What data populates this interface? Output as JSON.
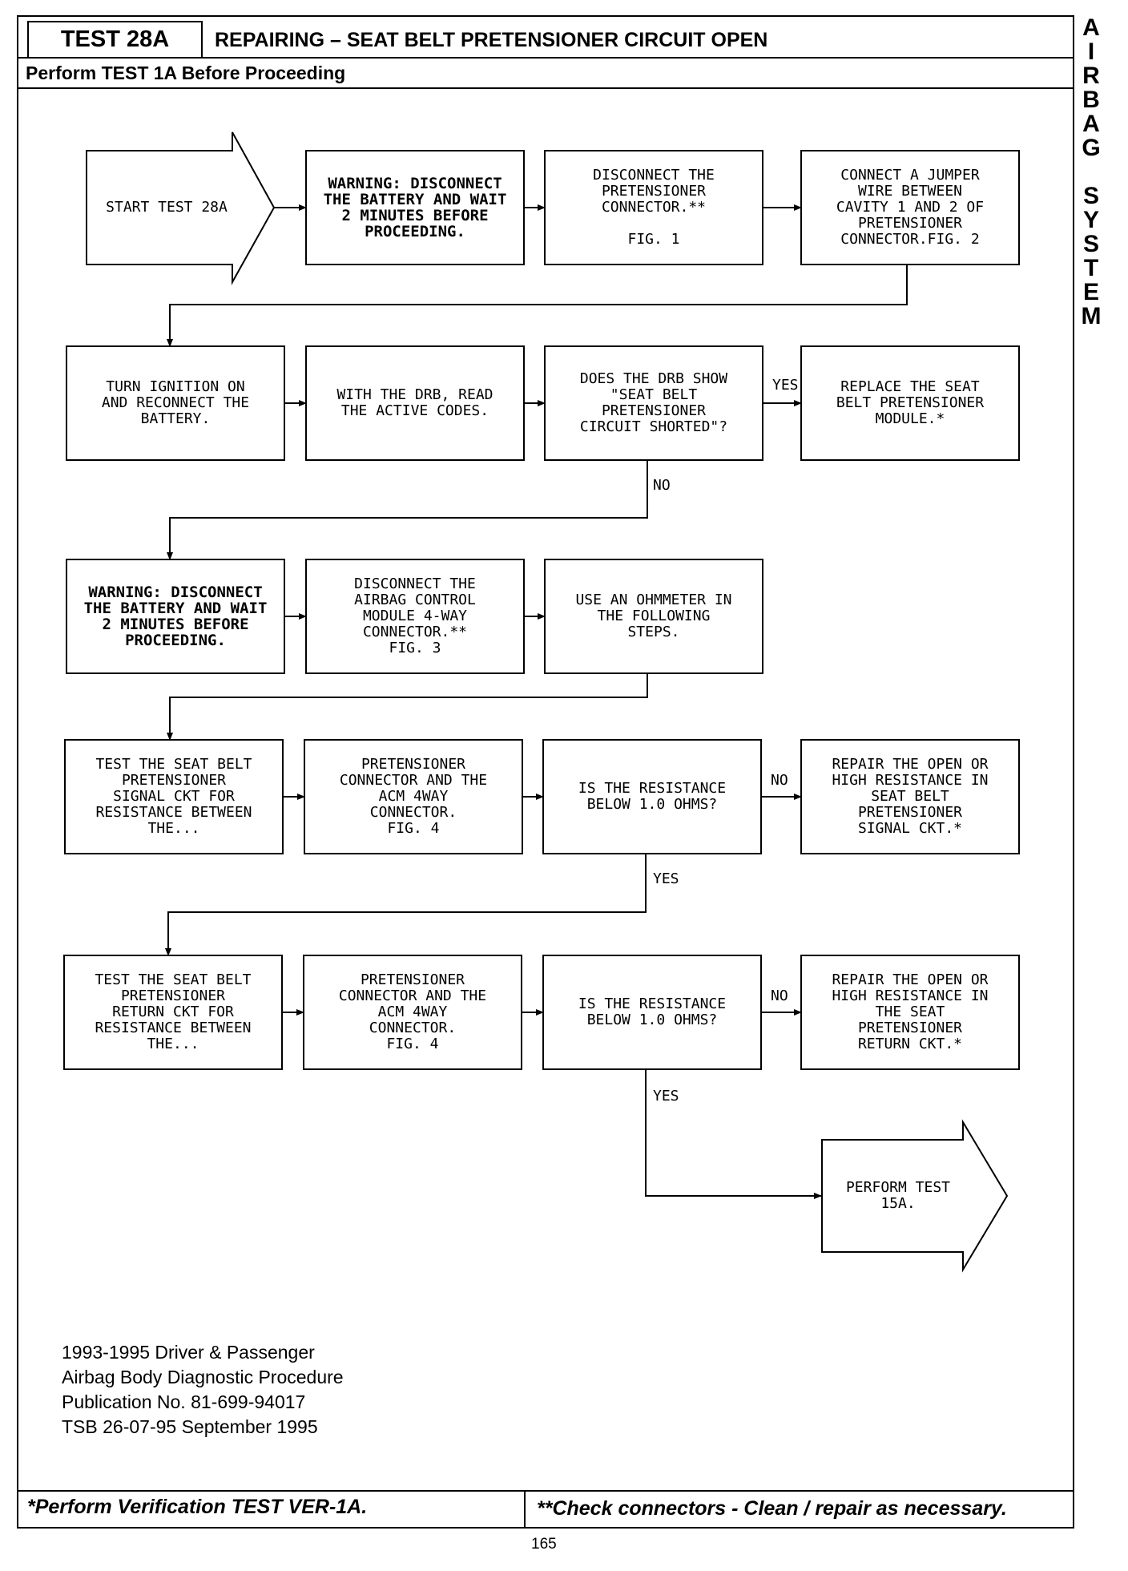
{
  "header": {
    "test_id": "TEST 28A",
    "title": "REPAIRING – SEAT BELT PRETENSIONER CIRCUIT OPEN",
    "subtitle": "Perform TEST 1A Before Proceeding"
  },
  "side_label": [
    "A",
    "I",
    "R",
    "B",
    "A",
    "G",
    "",
    "S",
    "Y",
    "S",
    "T",
    "E",
    "M"
  ],
  "flowchart": {
    "nodes": {
      "start": "START TEST 28A",
      "warn1": "WARNING: DISCONNECT\nTHE BATTERY AND WAIT\n2 MINUTES BEFORE\nPROCEEDING.",
      "disc_pret": "DISCONNECT THE\nPRETENSIONER\nCONNECTOR.**\n\nFIG. 1",
      "jumper": "CONNECT A JUMPER\nWIRE BETWEEN\nCAVITY 1 AND 2 OF\nPRETENSIONER\nCONNECTOR.FIG. 2",
      "ignition": "TURN IGNITION ON\nAND RECONNECT THE\nBATTERY.",
      "drb_read": "WITH THE DRB, READ\nTHE ACTIVE CODES.",
      "drb_show": "DOES THE DRB SHOW\n\"SEAT BELT\nPRETENSIONER\nCIRCUIT SHORTED\"?",
      "replace": "REPLACE THE SEAT\nBELT PRETENSIONER\nMODULE.*",
      "warn2": "WARNING:  DISCONNECT\nTHE BATTERY AND WAIT\n2 MINUTES BEFORE\nPROCEEDING.",
      "disc_acm": "DISCONNECT THE\nAIRBAG CONTROL\nMODULE 4-WAY\nCONNECTOR.**\nFIG. 3",
      "ohmmeter": "USE AN OHMMETER IN\nTHE FOLLOWING\nSTEPS.",
      "test_signal": "TEST THE SEAT BELT\nPRETENSIONER\nSIGNAL CKT FOR\nRESISTANCE BETWEEN\nTHE...",
      "pret_acm1": "PRETENSIONER\nCONNECTOR AND THE\nACM 4WAY\nCONNECTOR.\nFIG. 4",
      "resist1": "IS THE RESISTANCE\nBELOW 1.0 OHMS?",
      "repair_signal": "REPAIR THE OPEN OR\nHIGH RESISTANCE IN\nSEAT BELT\nPRETENSIONER\nSIGNAL CKT.*",
      "test_return": "TEST THE SEAT BELT\nPRETENSIONER\nRETURN CKT FOR\nRESISTANCE BETWEEN\nTHE...",
      "pret_acm2": "PRETENSIONER\nCONNECTOR AND THE\nACM 4WAY\nCONNECTOR.\nFIG. 4",
      "resist2": "IS THE RESISTANCE\nBELOW 1.0 OHMS?",
      "repair_return": "REPAIR THE OPEN OR\nHIGH RESISTANCE IN\nTHE SEAT\nPRETENSIONER\nRETURN CKT.*",
      "perform15a": "PERFORM TEST\n15A."
    },
    "edge_labels": {
      "yes_replace": "YES",
      "no_drb": "NO",
      "no_resist1": "NO",
      "yes_resist1": "YES",
      "no_resist2": "NO",
      "yes_resist2": "YES"
    }
  },
  "footnote": "1993-1995 Driver & Passenger\nAirbag Body Diagnostic Procedure\nPublication No. 81-699-94017\nTSB 26-07-95 September 1995",
  "bottom_bar": {
    "left": "*Perform Verification TEST VER-1A.",
    "right": "**Check connectors - Clean / repair as necessary."
  },
  "page_number": "165"
}
